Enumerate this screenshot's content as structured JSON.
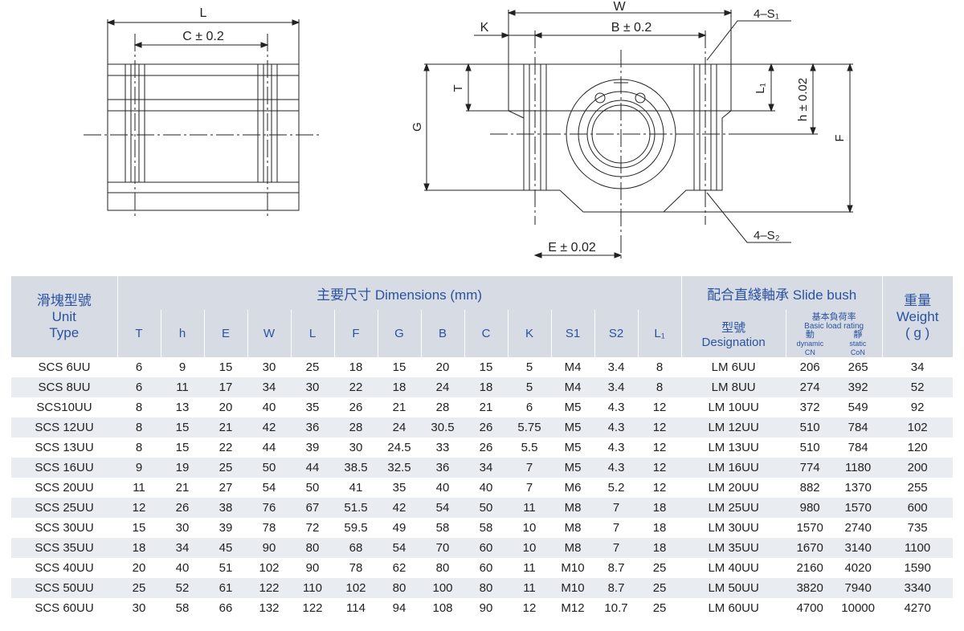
{
  "drawing": {
    "side_view": {
      "label_L": "L",
      "label_C": "C ± 0.2"
    },
    "front_view": {
      "label_W": "W",
      "label_K": "K",
      "label_B": "B ± 0.2",
      "label_S1": "4–S₁",
      "label_T": "T",
      "label_G": "G",
      "label_L1": "L₁",
      "label_h": "h ± 0.02",
      "label_F": "F",
      "label_E": "E ± 0.02",
      "label_S2": "4–S₂"
    }
  },
  "table": {
    "unit_header_cn": "滑塊型號",
    "unit_header_en1": "Unit",
    "unit_header_en2": "Type",
    "dimensions_header": "主要尺寸  Dimensions (mm)",
    "slide_bush_header": "配合直綫軸承 Slide bush",
    "weight_header_cn": "重量",
    "weight_header_en": "Weight",
    "weight_header_unit": "( g )",
    "dim_columns": [
      "T",
      "h",
      "E",
      "W",
      "L",
      "F",
      "G",
      "B",
      "C",
      "K",
      "S1",
      "S2",
      "L₁"
    ],
    "designation_cn": "型號",
    "designation_en": "Designation",
    "load_header_cn": "基本負荷率",
    "load_header_en": "Basic load rating",
    "dynamic_cn": "動",
    "dynamic_en": "dynamic",
    "dynamic_sym": "CN",
    "static_cn": "靜",
    "static_en": "static",
    "static_sym": "CoN",
    "rows": [
      [
        "SCS 6UU",
        "6",
        "9",
        "15",
        "30",
        "25",
        "18",
        "15",
        "20",
        "15",
        "5",
        "M4",
        "3.4",
        "8",
        "LM 6UU",
        "206",
        "265",
        "34"
      ],
      [
        "SCS 8UU",
        "6",
        "11",
        "17",
        "34",
        "30",
        "22",
        "18",
        "24",
        "18",
        "5",
        "M4",
        "3.4",
        "8",
        "LM 8UU",
        "274",
        "392",
        "52"
      ],
      [
        "SCS10UU",
        "8",
        "13",
        "20",
        "40",
        "35",
        "26",
        "21",
        "28",
        "21",
        "6",
        "M5",
        "4.3",
        "12",
        "LM 10UU",
        "372",
        "549",
        "92"
      ],
      [
        "SCS 12UU",
        "8",
        "15",
        "21",
        "42",
        "36",
        "28",
        "24",
        "30.5",
        "26",
        "5.75",
        "M5",
        "4.3",
        "12",
        "LM 12UU",
        "510",
        "784",
        "102"
      ],
      [
        "SCS 13UU",
        "8",
        "15",
        "22",
        "44",
        "39",
        "30",
        "24.5",
        "33",
        "26",
        "5.5",
        "M5",
        "4.3",
        "12",
        "LM 13UU",
        "510",
        "784",
        "120"
      ],
      [
        "SCS 16UU",
        "9",
        "19",
        "25",
        "50",
        "44",
        "38.5",
        "32.5",
        "36",
        "34",
        "7",
        "M5",
        "4.3",
        "12",
        "LM 16UU",
        "774",
        "1180",
        "200"
      ],
      [
        "SCS 20UU",
        "11",
        "21",
        "27",
        "54",
        "50",
        "41",
        "35",
        "40",
        "40",
        "7",
        "M6",
        "5.2",
        "12",
        "LM 20UU",
        "882",
        "1370",
        "255"
      ],
      [
        "SCS 25UU",
        "12",
        "26",
        "38",
        "76",
        "67",
        "51.5",
        "42",
        "54",
        "50",
        "11",
        "M8",
        "7",
        "18",
        "LM 25UU",
        "980",
        "1570",
        "600"
      ],
      [
        "SCS 30UU",
        "15",
        "30",
        "39",
        "78",
        "72",
        "59.5",
        "49",
        "58",
        "58",
        "10",
        "M8",
        "7",
        "18",
        "LM 30UU",
        "1570",
        "2740",
        "735"
      ],
      [
        "SCS 35UU",
        "18",
        "34",
        "45",
        "90",
        "80",
        "68",
        "54",
        "70",
        "60",
        "10",
        "M8",
        "7",
        "18",
        "LM 35UU",
        "1670",
        "3140",
        "1100"
      ],
      [
        "SCS 40UU",
        "20",
        "40",
        "51",
        "102",
        "90",
        "78",
        "62",
        "80",
        "60",
        "11",
        "M10",
        "8.7",
        "25",
        "LM 40UU",
        "2160",
        "4020",
        "1590"
      ],
      [
        "SCS 50UU",
        "25",
        "52",
        "61",
        "122",
        "110",
        "102",
        "80",
        "100",
        "80",
        "11",
        "M10",
        "8.7",
        "25",
        "LM 50UU",
        "3820",
        "7940",
        "3340"
      ],
      [
        "SCS 60UU",
        "30",
        "58",
        "66",
        "132",
        "122",
        "114",
        "94",
        "108",
        "90",
        "12",
        "M12",
        "10.7",
        "25",
        "LM 60UU",
        "4700",
        "10000",
        "4270"
      ]
    ]
  }
}
